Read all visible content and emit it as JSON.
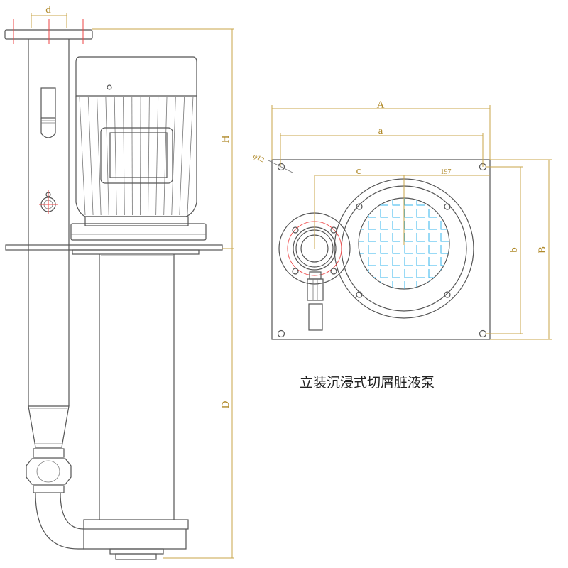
{
  "caption": "立装沉浸式切屑脏液泵",
  "side_view": {
    "labels": {
      "d": "d",
      "H": "H",
      "D": "D"
    }
  },
  "top_view": {
    "labels": {
      "A": "A",
      "a": "a",
      "c": "c",
      "dim_197": "197",
      "b": "b",
      "B": "B",
      "hole": "φ12"
    }
  },
  "colors": {
    "outline": "#555555",
    "dimension": "#c8a54a",
    "centerline": "#ee4444",
    "screen": "#33b5ee"
  }
}
